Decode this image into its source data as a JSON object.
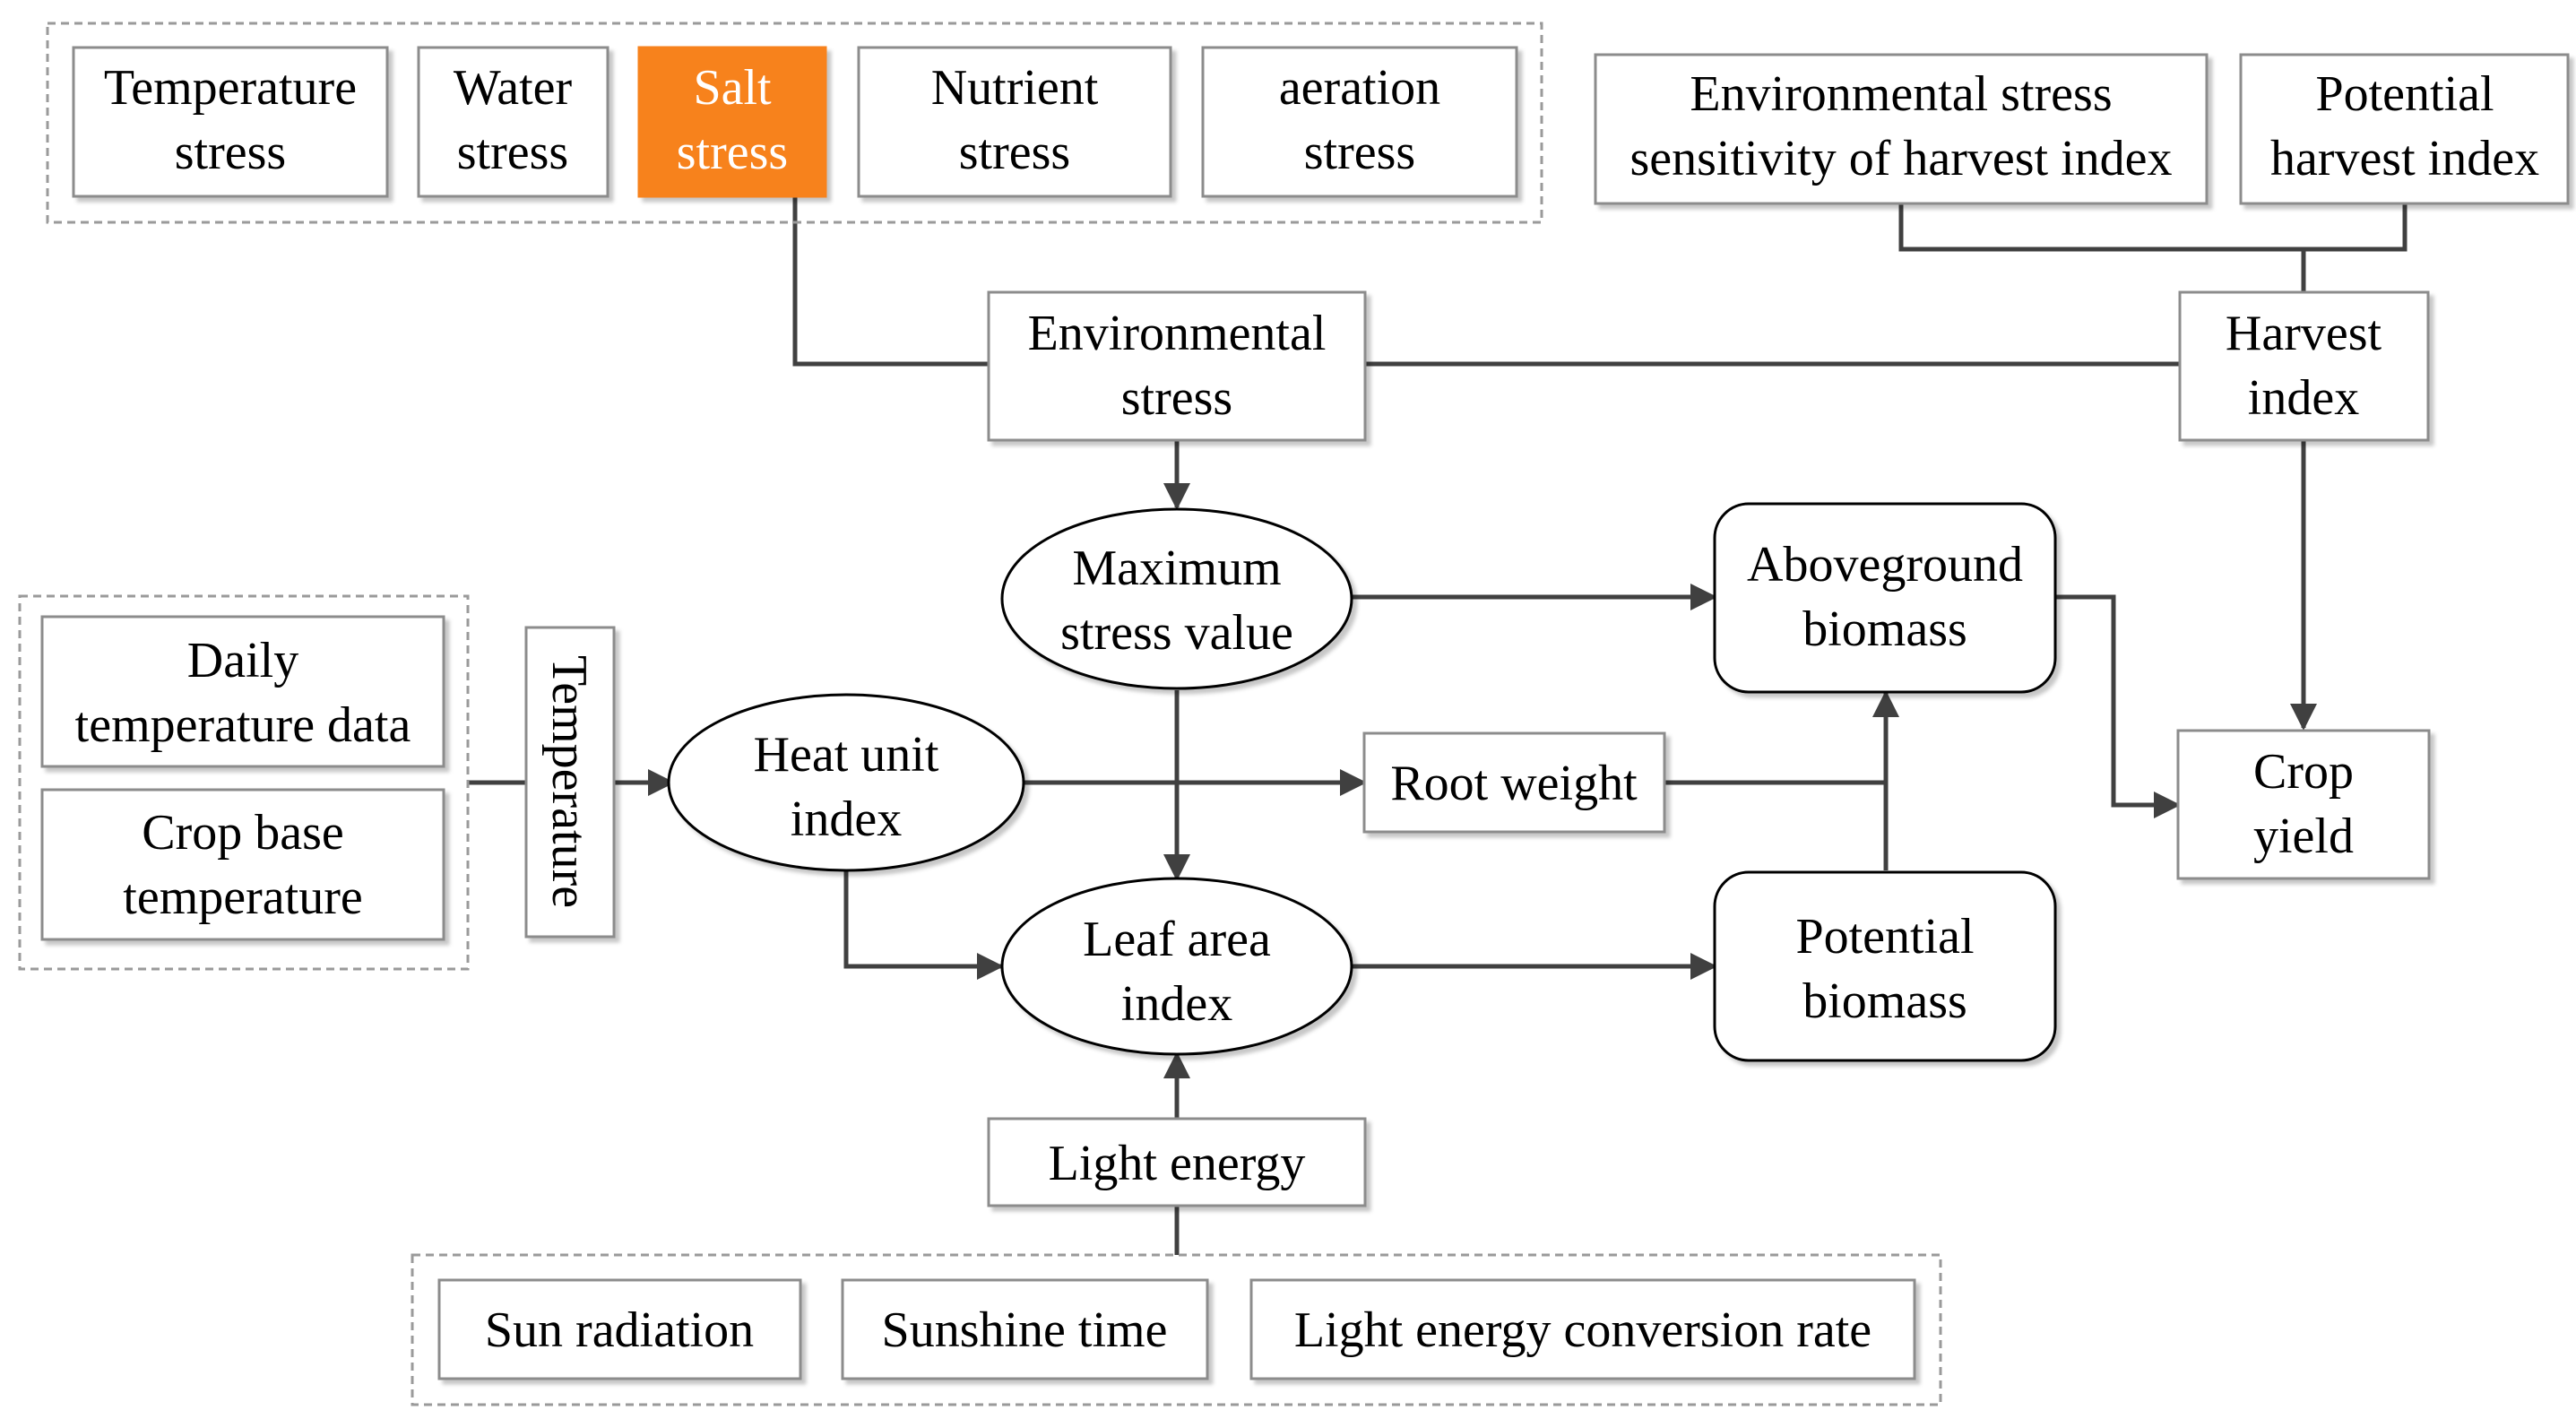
{
  "stress_group": {
    "temperature_stress": [
      "Temperature",
      "stress"
    ],
    "water_stress": [
      "Water",
      "stress"
    ],
    "salt_stress": [
      "Salt",
      "stress"
    ],
    "nutrient_stress": [
      "Nutrient",
      "stress"
    ],
    "aeration_stress": [
      "aeration",
      "stress"
    ]
  },
  "env_stress_sensitivity": [
    "Environmental stress",
    "sensitivity of harvest index"
  ],
  "potential_harvest_index": [
    "Potential",
    "harvest index"
  ],
  "environmental_stress": [
    "Environmental",
    "stress"
  ],
  "harvest_index": [
    "Harvest",
    "index"
  ],
  "maximum_stress_value": [
    "Maximum",
    "stress value"
  ],
  "aboveground_biomass": [
    "Aboveground",
    "biomass"
  ],
  "daily_temperature_data": [
    "Daily",
    "temperature data"
  ],
  "crop_base_temperature": [
    "Crop base",
    "temperature"
  ],
  "temperature": "Temperature",
  "heat_unit_index": [
    "Heat unit",
    "index"
  ],
  "root_weight": "Root weight",
  "crop_yield": [
    "Crop",
    "yield"
  ],
  "leaf_area_index": [
    "Leaf area",
    "index"
  ],
  "potential_biomass": [
    "Potential",
    "biomass"
  ],
  "light_energy": "Light energy",
  "light_group": {
    "sun_radiation": "Sun radiation",
    "sunshine_time": "Sunshine time",
    "light_energy_conversion_rate": "Light energy conversion rate"
  },
  "colors": {
    "highlight": "#f7821e",
    "line": "#404040",
    "box_border": "#8c8c8c",
    "group_border": "#9a9a9a"
  }
}
